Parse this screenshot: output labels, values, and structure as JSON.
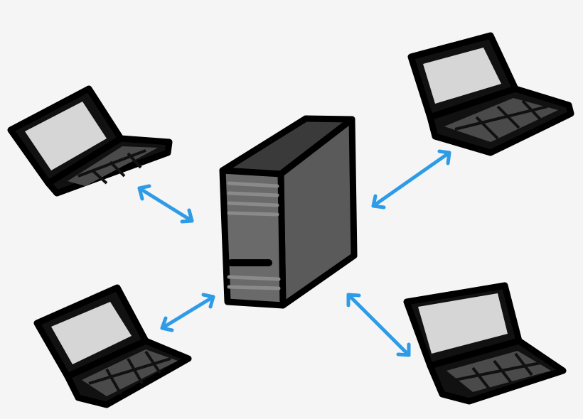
{
  "colors": {
    "background": "#f5f5f5",
    "arrow": "#2e9be6",
    "screen": "#d6d6d6",
    "keys": "#4a4a4a",
    "server_front": "#6a6a6a",
    "server_side": "#5a5a5a",
    "server_top": "#3a3a3a"
  },
  "nodes": {
    "server": "server-icon",
    "clients": [
      "laptop-icon",
      "laptop-icon",
      "laptop-icon",
      "laptop-icon"
    ]
  },
  "connections": [
    "bidirectional",
    "bidirectional",
    "bidirectional",
    "bidirectional"
  ]
}
